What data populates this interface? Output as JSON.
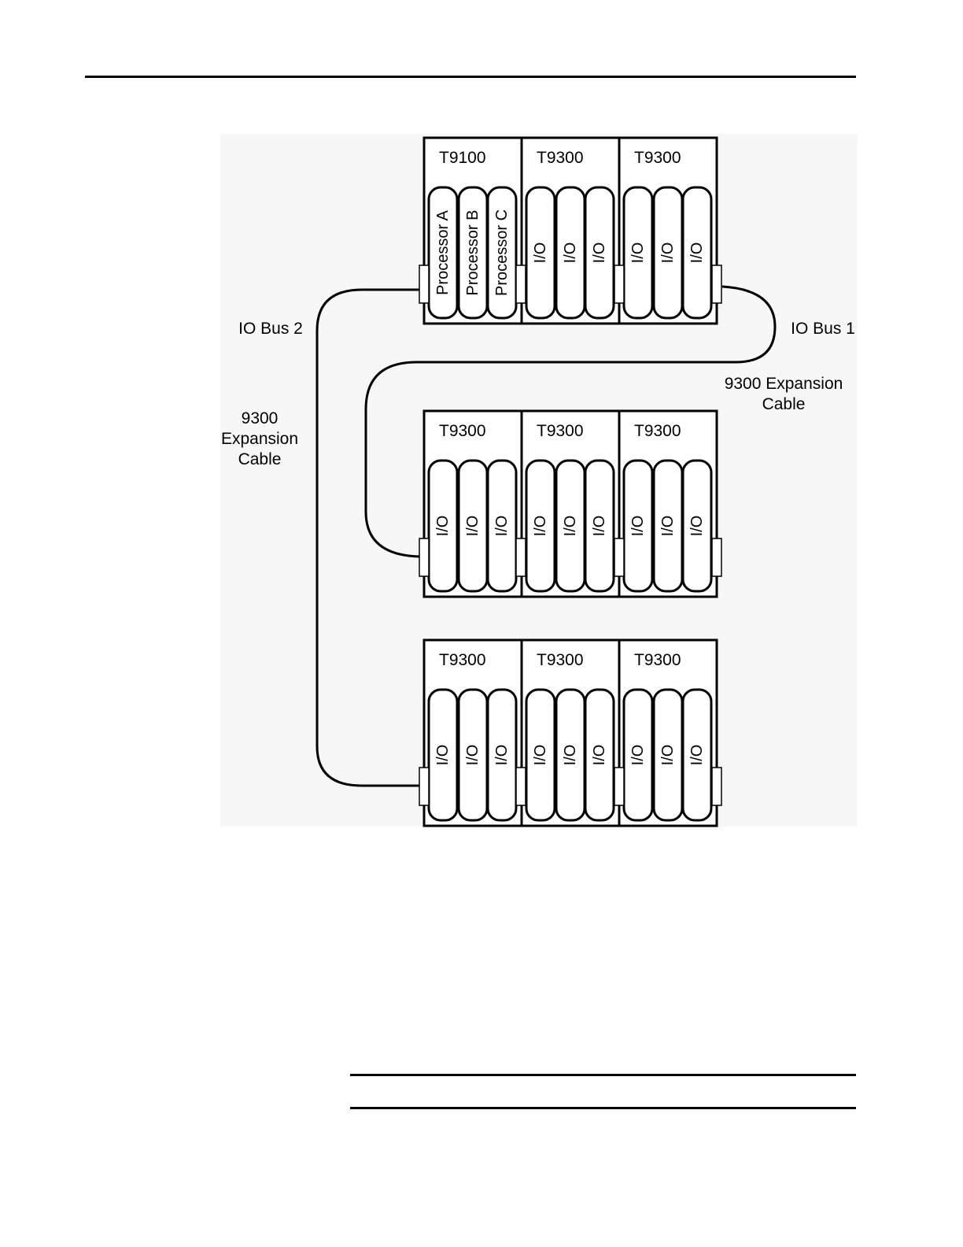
{
  "diagram": {
    "left_label": {
      "bus": "IO Bus 2",
      "cable_lines": [
        "9300",
        "Expansion",
        "Cable"
      ]
    },
    "right_label": {
      "bus": "IO Bus 1",
      "cable_lines": [
        "9300 Expansion",
        "Cable"
      ]
    },
    "chassis_rows": [
      {
        "bays": [
          {
            "name": "T9100",
            "modules": [
              "Processor A",
              "Processor B",
              "Processor C"
            ]
          },
          {
            "name": "T9300",
            "modules": [
              "I/O",
              "I/O",
              "I/O"
            ]
          },
          {
            "name": "T9300",
            "modules": [
              "I/O",
              "I/O",
              "I/O"
            ]
          }
        ]
      },
      {
        "bays": [
          {
            "name": "T9300",
            "modules": [
              "I/O",
              "I/O",
              "I/O"
            ]
          },
          {
            "name": "T9300",
            "modules": [
              "I/O",
              "I/O",
              "I/O"
            ]
          },
          {
            "name": "T9300",
            "modules": [
              "I/O",
              "I/O",
              "I/O"
            ]
          }
        ]
      },
      {
        "bays": [
          {
            "name": "T9300",
            "modules": [
              "I/O",
              "I/O",
              "I/O"
            ]
          },
          {
            "name": "T9300",
            "modules": [
              "I/O",
              "I/O",
              "I/O"
            ]
          },
          {
            "name": "T9300",
            "modules": [
              "I/O",
              "I/O",
              "I/O"
            ]
          }
        ]
      }
    ]
  }
}
